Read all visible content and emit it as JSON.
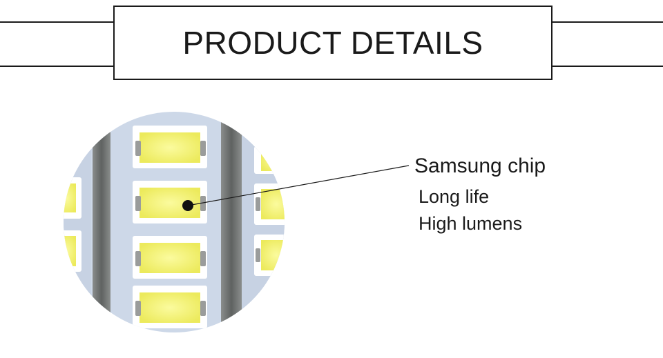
{
  "header": {
    "title": "PRODUCT DETAILS"
  },
  "callout": {
    "label": "Samsung chip",
    "features": [
      "Long life",
      "High lumens"
    ]
  },
  "colors": {
    "led_yellow": "#f3f27a",
    "led_frame": "#ffffff",
    "board": "#c9d4e4",
    "rail": "#6e7170",
    "line": "#1a1a1a"
  }
}
